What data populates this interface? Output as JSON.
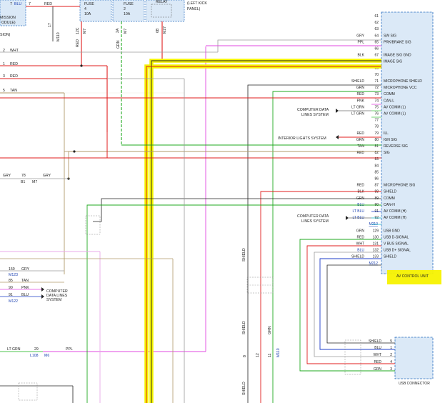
{
  "top": {
    "blu_pin": "7",
    "blu_label": "BLU",
    "red_pin": "7",
    "red_label": "RED",
    "transmission_1": "MISSION",
    "transmission_2": "ODULE)",
    "fuse1_title": "FUSE",
    "fuse1_num": "4",
    "fuse1_amp": "10A",
    "fuse2_title": "FUSE",
    "fuse2_num": "2",
    "fuse2_amp": "10A",
    "relay_label": "RELAY",
    "kick_1": "(LEFT KICK",
    "kick_2": "PANEL)",
    "conn_17": "17",
    "conn_m110": "M110",
    "conn_12c": "12C",
    "conn_m7": "M7",
    "conn_2a": "2A",
    "conn_m7b": "M7",
    "conn_6b": "6B",
    "conn_m27": "M27",
    "red_v": "RED",
    "grn_v": "GRN",
    "red_v2": "RED",
    "sion": "SION)"
  },
  "left": {
    "w2_pin": "2",
    "w2_color": "WHT",
    "r1_pin": "1",
    "r1_color": "RED",
    "r3_pin": "3",
    "r3_color": "RED",
    "t5_pin": "5",
    "t5_color": "TAN",
    "gry_l": "GRY",
    "gry_pin": "78",
    "gry_r": "GRY",
    "b1": "B1",
    "m7": "M7",
    "p150": "150",
    "c150": "GRY",
    "m123": "M123",
    "p85": "85",
    "c85": "TAN",
    "p90": "90",
    "c90": "PNK",
    "p91": "91",
    "c91": "BLU",
    "m122": "M122",
    "cdl_1": "COMPUTER",
    "cdl_2": "DATA LINES",
    "cdl_3": "SYSTEM",
    "ltgrn": "LT GRN",
    "p29": "29",
    "ppl": "PPL",
    "l108": "L108",
    "m6": "M6"
  },
  "av_unit": {
    "title": "AV CONTROL UNIT",
    "pins": [
      {
        "no": "61",
        "color": "",
        "func": ""
      },
      {
        "no": "62",
        "color": "",
        "func": ""
      },
      {
        "no": "63",
        "color": "",
        "func": ""
      },
      {
        "no": "64",
        "color": "GRY",
        "func": "SW SIG"
      },
      {
        "no": "65",
        "color": "PPL",
        "func": "PRK/BRAKE SIG"
      },
      {
        "no": "66",
        "color": "",
        "func": ""
      },
      {
        "no": "67",
        "color": "BLK",
        "func": "IMAGE SIG GND"
      },
      {
        "no": "68",
        "color": "RED",
        "func": "IMAGE SIG"
      },
      {
        "no": "69",
        "color": "",
        "func": ""
      },
      {
        "no": "70",
        "color": "",
        "func": ""
      },
      {
        "no": "71",
        "color": "SHIELD",
        "func": "MICROPHONE SHIELD"
      },
      {
        "no": "72",
        "color": "GRN",
        "func": "MICROPHONE VCC"
      },
      {
        "no": "73",
        "color": "RED",
        "func": "COMM"
      },
      {
        "no": "74",
        "color": "PNK",
        "func": "CAN-L"
      },
      {
        "no": "75",
        "color": "LT GRN",
        "func": "AV COMM (L)"
      },
      {
        "no": "76",
        "color": "LT GRN",
        "func": "AV COMM (L)"
      },
      {
        "no": "77",
        "color": "",
        "func": ""
      },
      {
        "no": "78",
        "color": "",
        "func": ""
      },
      {
        "no": "79",
        "color": "RED",
        "func": "ILL"
      },
      {
        "no": "80",
        "color": "GRN",
        "func": "IGN SIG"
      },
      {
        "no": "81",
        "color": "TAN",
        "func": "REVERSE SIG"
      },
      {
        "no": "82",
        "color": "RED",
        "func": "SIG"
      },
      {
        "no": "83",
        "color": "",
        "func": ""
      },
      {
        "no": "84",
        "color": "",
        "func": ""
      },
      {
        "no": "85",
        "color": "",
        "func": ""
      },
      {
        "no": "86",
        "color": "",
        "func": ""
      },
      {
        "no": "87",
        "color": "RED",
        "func": "MICROPHONE SIG"
      },
      {
        "no": "88",
        "color": "BLK",
        "func": "SHIELD"
      },
      {
        "no": "89",
        "color": "GRN",
        "func": "COMM"
      },
      {
        "no": "90",
        "color": "BLU",
        "func": "CAN-H"
      },
      {
        "no": "91",
        "color": "LT BLU",
        "func": "AV COMM (H)"
      },
      {
        "no": "92",
        "color": "LT BLU",
        "func": "AV COMM (H)"
      },
      {
        "no": "M210",
        "color": "",
        "func": ""
      },
      {
        "no": "129",
        "color": "GRN",
        "func": "USB GND"
      },
      {
        "no": "130",
        "color": "RED",
        "func": "USB D-SIGNAL"
      },
      {
        "no": "131",
        "color": "WHT",
        "func": "V BUS SIGNAL"
      },
      {
        "no": "132",
        "color": "BLU",
        "func": "USB D+ SIGNAL"
      },
      {
        "no": "133",
        "color": "SHIELD",
        "func": "SHIELD"
      },
      {
        "no": "M212",
        "color": "",
        "func": ""
      }
    ]
  },
  "callouts": {
    "cdl_a_1": "COMPUTER DATA",
    "cdl_a_2": "LINES SYSTEM",
    "interior": "INTERIOR LIGHTS SYSTEM",
    "cdl_b_1": "COMPUTER DATA",
    "cdl_b_2": "LINES SYSTEM"
  },
  "usb": {
    "title": "USB CONNECTOR",
    "pins": [
      {
        "no": "5",
        "color": "SHIELD"
      },
      {
        "no": "1",
        "color": "BLU"
      },
      {
        "no": "2",
        "color": "WHT"
      },
      {
        "no": "4",
        "color": "RED"
      },
      {
        "no": "3",
        "color": "GRN"
      }
    ]
  },
  "vertical": {
    "shield_1": "SHIELD",
    "shield_2": "SHIELD",
    "grn": "GRN",
    "shield_3": "SHIELD",
    "p8": "8",
    "p12": "12",
    "p11": "11",
    "m110": "M110"
  },
  "colors": {
    "red": "#e01c1c",
    "green": "#1fa81f",
    "pink": "#e048e0",
    "gray": "#9a9a9a",
    "tan": "#b09a6a",
    "blue": "#1c3cc8",
    "ltblue": "#18b8c8",
    "ltgreen": "#4ec44e",
    "highlight": "#f4f400",
    "module_fill": "#dbe9f7",
    "module_stroke": "#2b6fc0"
  }
}
